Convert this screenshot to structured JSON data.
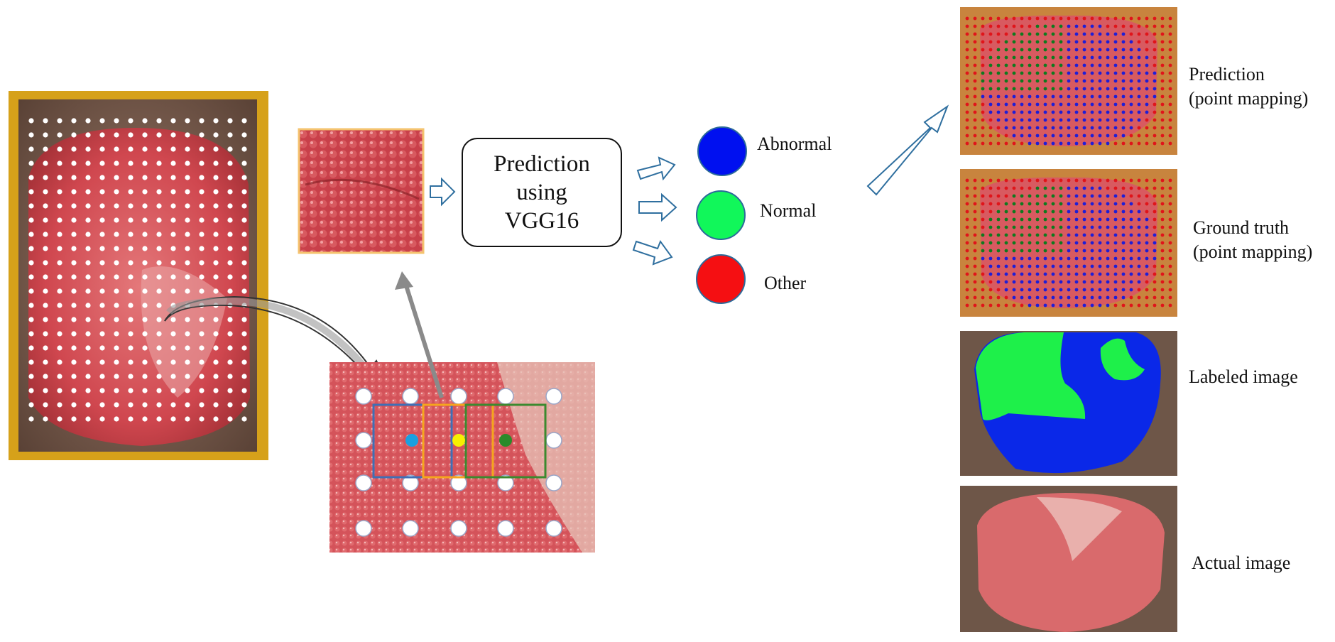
{
  "center": {
    "model_line1": "Prediction",
    "model_line2": "using",
    "model_line3": "VGG16"
  },
  "classes": [
    {
      "label": "Abnormal",
      "color": "#0010f0"
    },
    {
      "label": "Normal",
      "color": "#11f75a"
    },
    {
      "label": "Other",
      "color": "#f50f12"
    }
  ],
  "panels": {
    "prediction": {
      "line1": "Prediction",
      "line2": "(point mapping)"
    },
    "ground_truth": {
      "line1": "Ground truth",
      "line2": "(point mapping)"
    },
    "labeled": {
      "line1": "Labeled image"
    },
    "actual": {
      "line1": "Actual image"
    }
  },
  "colors": {
    "frame_gold": "#d6a11a",
    "frame_brown": "#c8843e",
    "arrow_outline": "#2f6f9f",
    "patch_border": "#f4c36f",
    "tissue": "#d9565a",
    "box_blue": "#3f6fb5",
    "box_orange": "#f5a51e",
    "box_green": "#3b8a2f",
    "dot_blue": "#1aa0e0",
    "dot_yellow": "#f7f000",
    "dot_green": "#2a8a2a"
  }
}
